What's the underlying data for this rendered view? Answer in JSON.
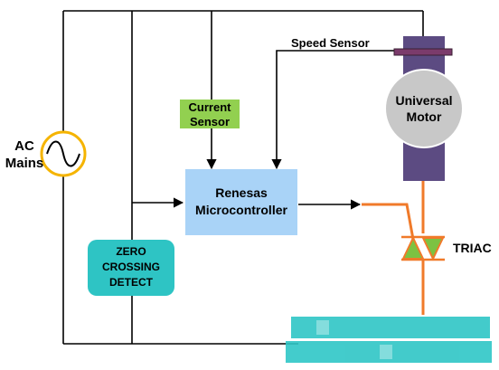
{
  "labels": {
    "ac_mains": [
      "AC",
      "Mains"
    ],
    "current_sensor": [
      "Current",
      "Sensor"
    ],
    "speed_sensor": "Speed Sensor",
    "microcontroller": [
      "Renesas",
      "Microcontroller"
    ],
    "universal_motor": [
      "Universal",
      "Motor"
    ],
    "zero_crossing": [
      "ZERO",
      "CROSSING",
      "DETECT"
    ],
    "triac": "TRIAC"
  },
  "colors": {
    "wire": "#000000",
    "gate_wire": "#f07a2a",
    "current_sensor_fill": "#92d050",
    "microcontroller_fill": "#a9d3f7",
    "zero_crossing_fill": "#2ec4c4",
    "motor_shaft": "#5c4b82",
    "motor_body": "#c8c8c8",
    "speed_sensor_band": "#7b3b6b",
    "ac_source_ring": "#f5b400",
    "triac_fill": "#7cc242",
    "watermark": "#2fc6c6"
  },
  "icons": {
    "ac_source": "sine-wave-source-icon",
    "triac": "triac-symbol-icon"
  }
}
